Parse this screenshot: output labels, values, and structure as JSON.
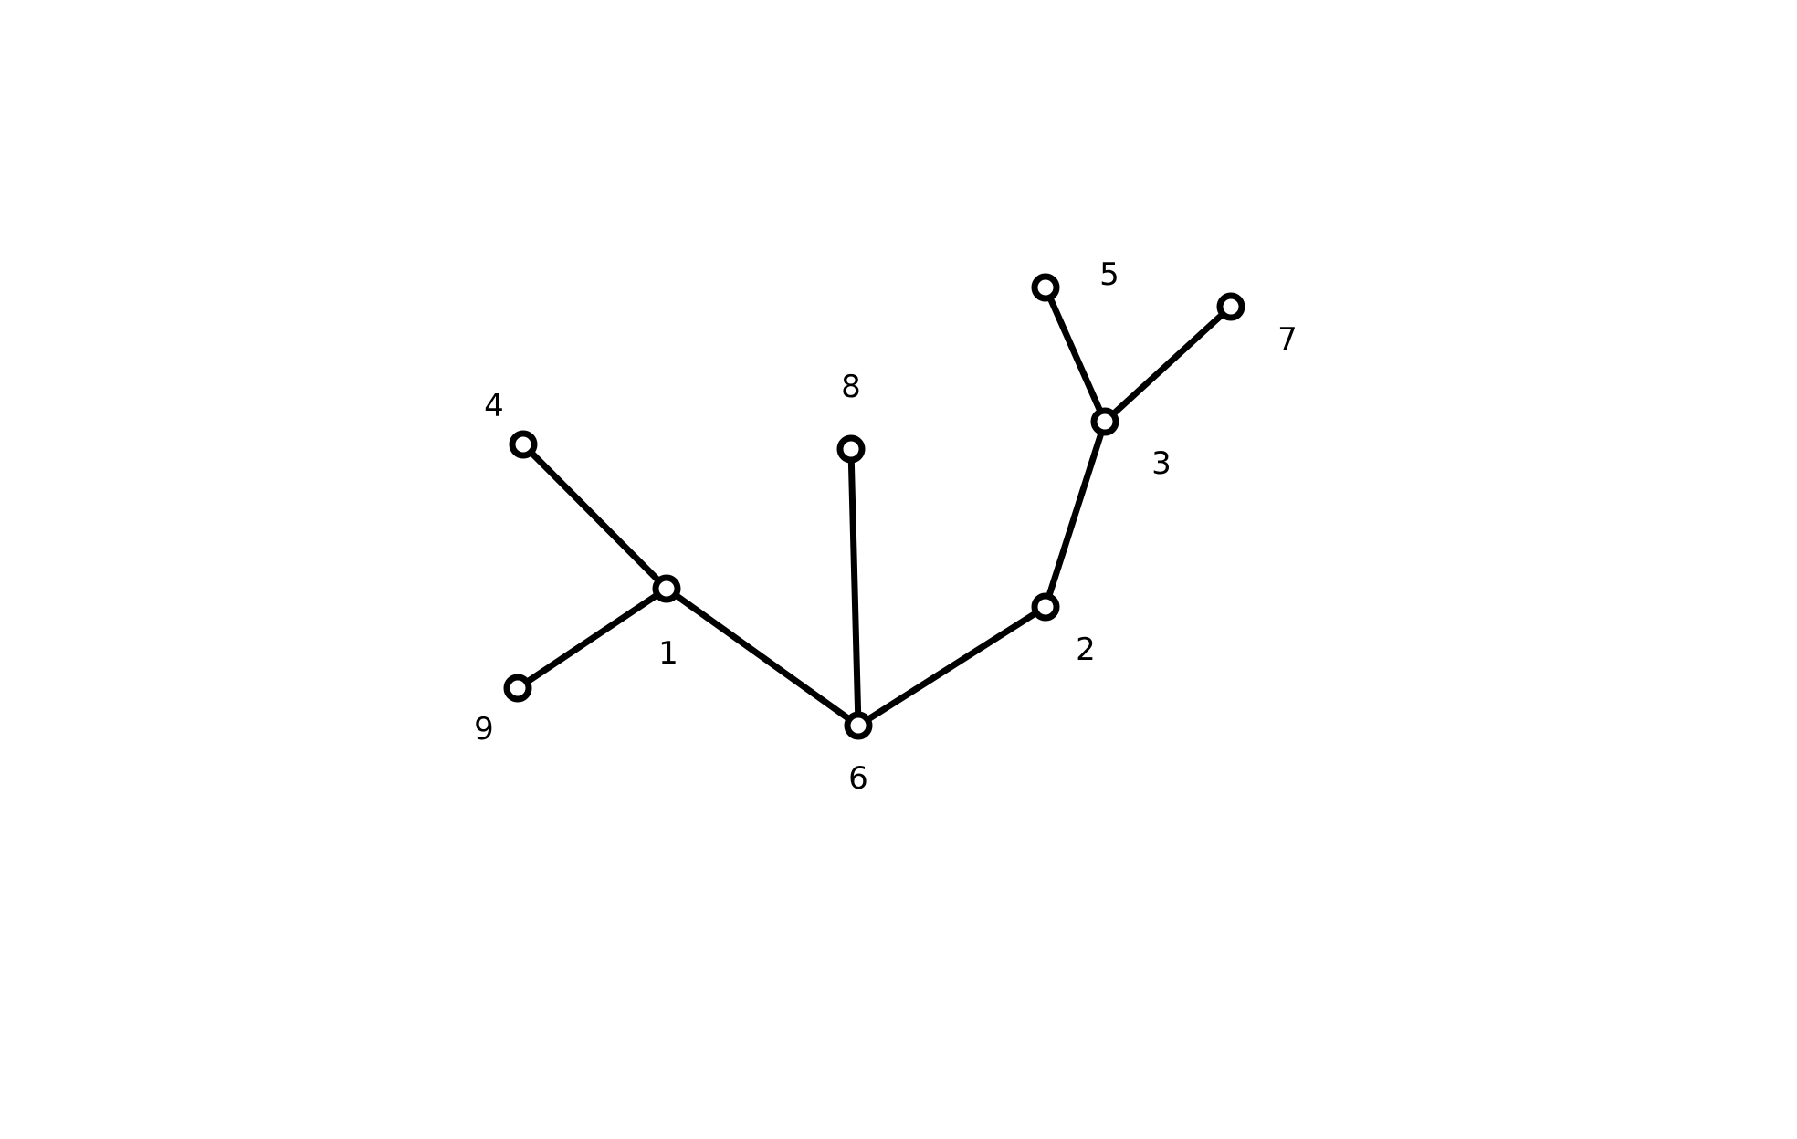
{
  "diagram": {
    "type": "tree-graph",
    "nodes": [
      {
        "id": "1",
        "label": "1"
      },
      {
        "id": "2",
        "label": "2"
      },
      {
        "id": "3",
        "label": "3"
      },
      {
        "id": "4",
        "label": "4"
      },
      {
        "id": "5",
        "label": "5"
      },
      {
        "id": "6",
        "label": "6"
      },
      {
        "id": "7",
        "label": "7"
      },
      {
        "id": "8",
        "label": "8"
      },
      {
        "id": "9",
        "label": "9"
      }
    ],
    "edges": [
      {
        "from": "4",
        "to": "1"
      },
      {
        "from": "9",
        "to": "1"
      },
      {
        "from": "1",
        "to": "6"
      },
      {
        "from": "8",
        "to": "6"
      },
      {
        "from": "6",
        "to": "2"
      },
      {
        "from": "2",
        "to": "3"
      },
      {
        "from": "5",
        "to": "3"
      },
      {
        "from": "7",
        "to": "3"
      }
    ],
    "colors": {
      "stroke": "#000000",
      "node_fill": "#ffffff",
      "background": "#ffffff"
    }
  }
}
